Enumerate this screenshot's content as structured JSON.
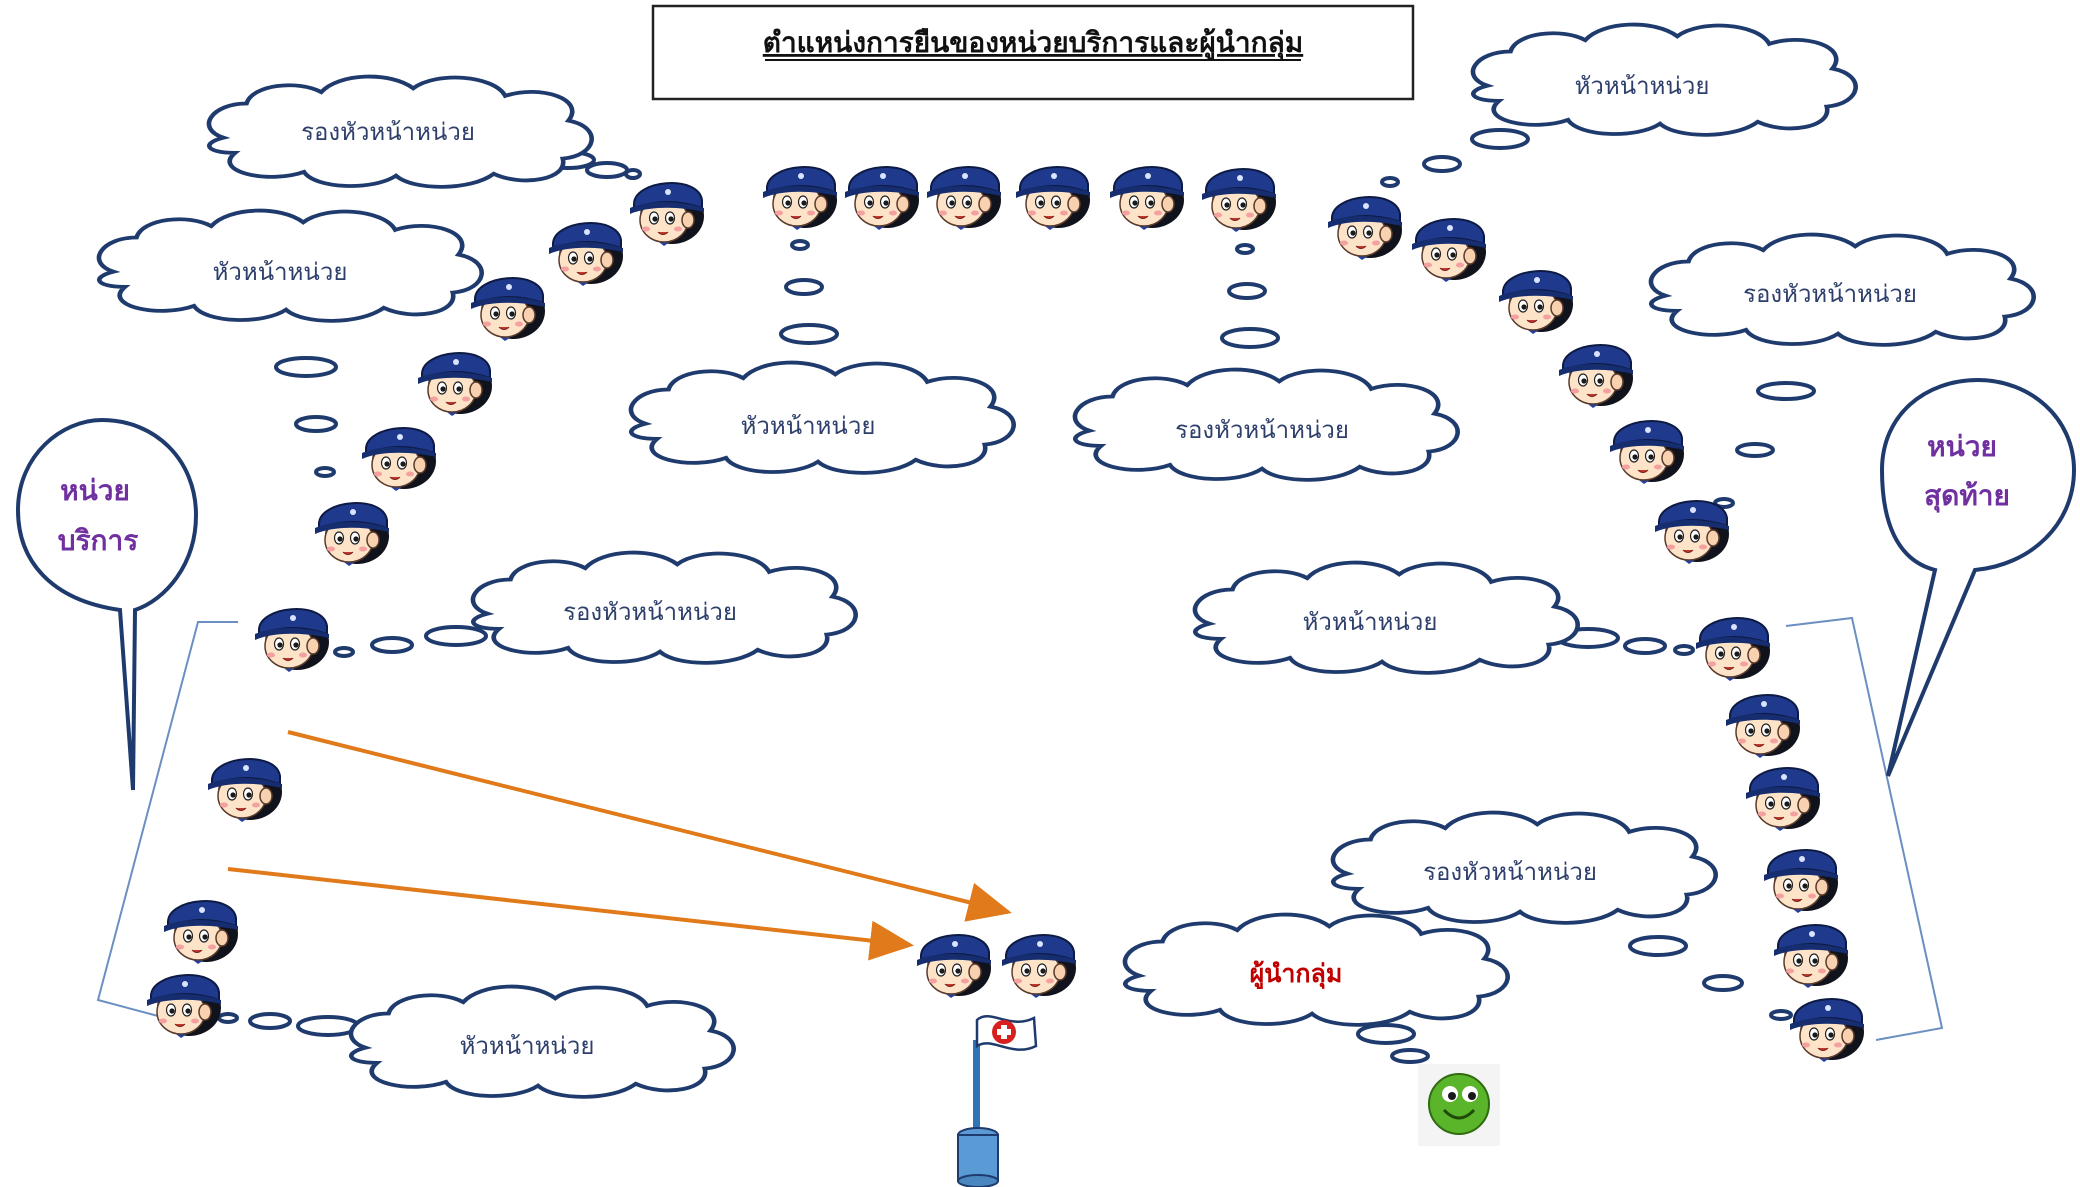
{
  "title": "ตำแหน่งการยืนของหน่วยบริการและผู้นำกลุ่ม",
  "labels": {
    "head": "หัวหน้าหน่วย",
    "deputy": "รองหัวหน้าหน่วย",
    "leader": "ผู้นำกลุ่ม"
  },
  "callouts": {
    "service_unit": [
      "หน่วย",
      "บริการ"
    ],
    "last_unit": [
      "หน่วย",
      "สุดท้าย"
    ]
  },
  "colors": {
    "ink": "#1f3b6e",
    "cloud_text": "#2e3f6b",
    "callout_text": "#7030a0",
    "leader_text": "#c00000",
    "arrow": "#e07a1a",
    "cap": "#1f3a8c",
    "bracket": "#6a8fc0",
    "flag_pole": "#2e75b6",
    "smiley": "#5ab52a"
  },
  "icons": [
    "boy-scout-head-icon",
    "flag-icon",
    "smiley-icon"
  ]
}
